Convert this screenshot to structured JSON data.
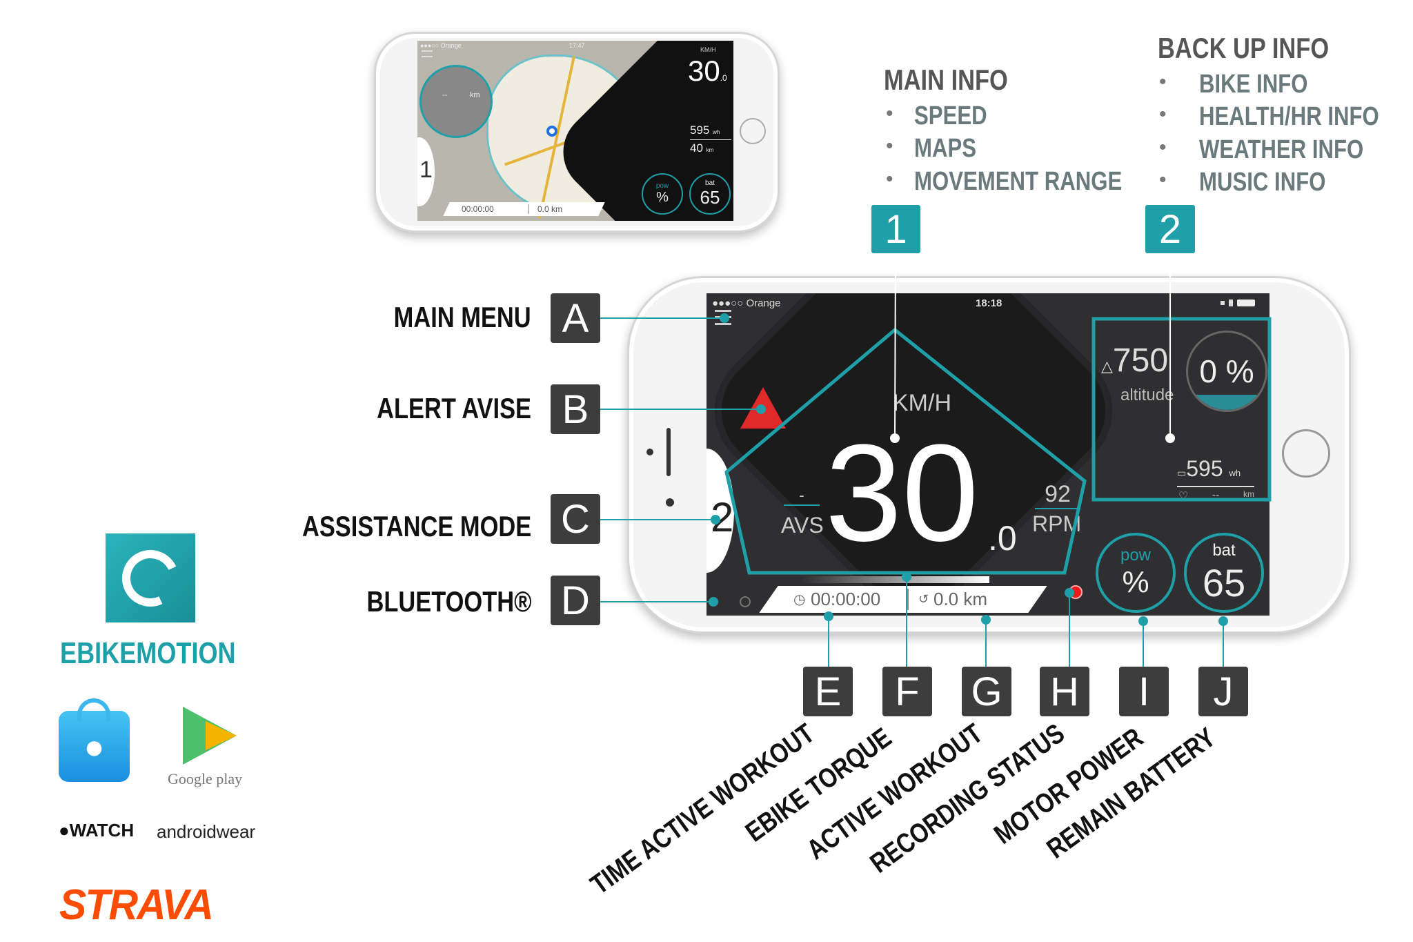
{
  "main_info": {
    "title": "MAIN INFO",
    "items": [
      "SPEED",
      "MAPS",
      "MOVEMENT RANGE"
    ],
    "badge": "1"
  },
  "backup_info": {
    "title": "BACK UP INFO",
    "items": [
      "BIKE INFO",
      "HEALTH/HR INFO",
      "WEATHER INFO",
      "MUSIC INFO"
    ],
    "badge": "2"
  },
  "left_callouts": [
    {
      "letter": "A",
      "label": "MAIN MENU"
    },
    {
      "letter": "B",
      "label": "ALERT AVISE"
    },
    {
      "letter": "C",
      "label": "ASSISTANCE MODE"
    },
    {
      "letter": "D",
      "label": "BLUETOOTH®"
    }
  ],
  "bottom_callouts": [
    {
      "letter": "E",
      "label": "TIME ACTIVE WORKOUT"
    },
    {
      "letter": "F",
      "label": "EBIKE TORQUE"
    },
    {
      "letter": "G",
      "label": "ACTIVE WORKOUT"
    },
    {
      "letter": "H",
      "label": "RECORDING STATUS"
    },
    {
      "letter": "I",
      "label": "MOTOR POWER"
    },
    {
      "letter": "J",
      "label": "REMAIN BATTERY"
    }
  ],
  "brand": {
    "name": "EBIKEMOTION",
    "accent": "#1f9fa8",
    "google_play": "Google play",
    "watch": "WATCH",
    "androidwear": "androidwear",
    "strava": "STRAVA"
  },
  "main_screen": {
    "carrier": "●●●○○ Orange",
    "time": "18:18",
    "assist_level": "2",
    "speed_unit": "KM/H",
    "speed": "30",
    "speed_decimal": ".0",
    "avs_value": "-",
    "avs_label": "AVS",
    "rpm_value": "92",
    "rpm_label": "RPM",
    "altitude_value": "750",
    "altitude_label": "altitude",
    "slope": "0 %",
    "energy_value": "595",
    "energy_unit": "wh",
    "range_value": "--",
    "range_unit": "km",
    "pow_label": "pow",
    "pow_value": "%",
    "bat_label": "bat",
    "bat_value": "65",
    "workout_time": "00:00:00",
    "distance": "0.0 km"
  },
  "map_screen": {
    "carrier": "●●●○○ Orange",
    "time": "17:47",
    "assist_level": "1",
    "speed_unit": "KM/H",
    "speed": "30",
    "speed_decimal": ".0",
    "energy_value": "595",
    "energy_unit": "wh",
    "range_value": "40",
    "range_unit": "km",
    "gauge_unit": "km",
    "gauge_value": "--",
    "pow_label": "pow",
    "pow_value": "%",
    "bat_label": "bat",
    "bat_value": "65",
    "workout_time": "00:00:00",
    "distance": "0.0 km"
  }
}
